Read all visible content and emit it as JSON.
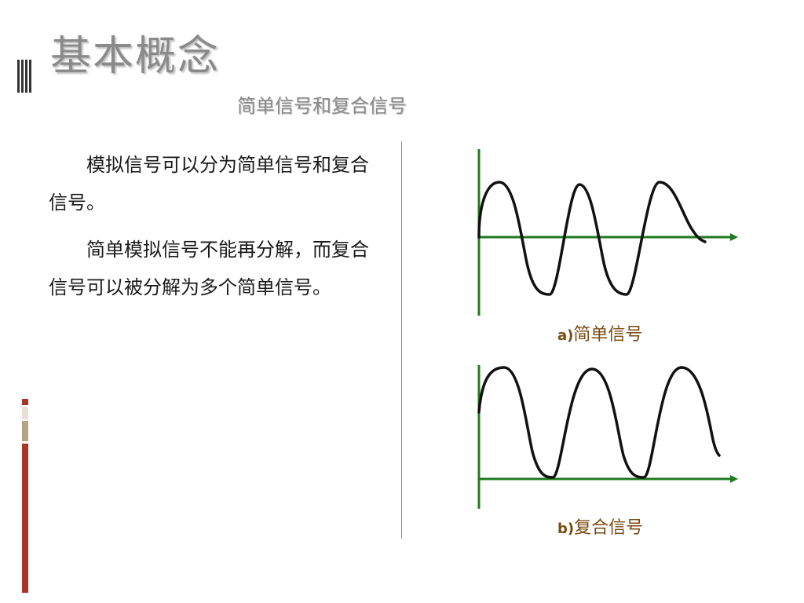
{
  "slide": {
    "title": "基本概念",
    "subtitle": "简单信号和复合信号",
    "paragraphs": [
      "模拟信号可以分为简单信号和复合信号。",
      "简单模拟信号不能再分解，而复合信号可以被分解为多个简单信号。"
    ]
  },
  "figures": {
    "a_prefix": "a)",
    "a_label": "简单信号",
    "b_prefix": "b)",
    "b_label": "复合信号"
  },
  "colors": {
    "axis": "#1f7a1f",
    "wave": "#111111",
    "caption": "#7a4a10",
    "accent_red": "#a8352a",
    "accent_tan": "#b3a484"
  }
}
